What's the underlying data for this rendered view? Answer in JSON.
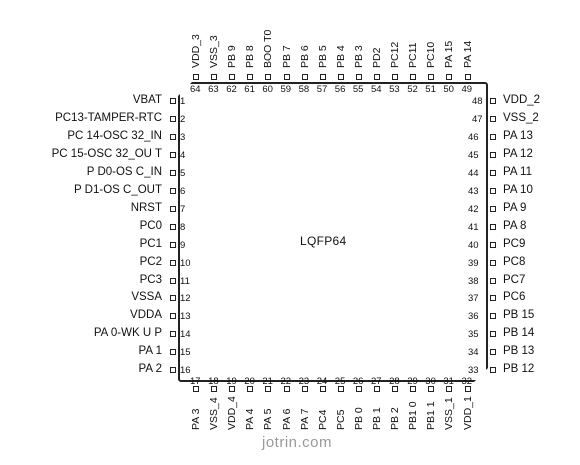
{
  "package_label": "LQFP64",
  "watermark": "jotrin.com",
  "left_pins": [
    {
      "num": "1",
      "name": "VBAT"
    },
    {
      "num": "2",
      "name": "PC13-TAMPER-RTC"
    },
    {
      "num": "3",
      "name": "PC 14-OSC 32_IN"
    },
    {
      "num": "4",
      "name": "PC 15-OSC 32_OU T"
    },
    {
      "num": "5",
      "name": "P D0-OS C_IN"
    },
    {
      "num": "6",
      "name": "P D1-OS C_OUT"
    },
    {
      "num": "7",
      "name": "NRST"
    },
    {
      "num": "8",
      "name": "PC0"
    },
    {
      "num": "9",
      "name": "PC1"
    },
    {
      "num": "10",
      "name": "PC2"
    },
    {
      "num": "11",
      "name": "PC3"
    },
    {
      "num": "12",
      "name": "VSSA"
    },
    {
      "num": "13",
      "name": "VDDA"
    },
    {
      "num": "14",
      "name": "PA 0-WK U P"
    },
    {
      "num": "15",
      "name": "PA 1"
    },
    {
      "num": "16",
      "name": "PA 2"
    }
  ],
  "bottom_pins": [
    {
      "num": "17",
      "name": "PA 3"
    },
    {
      "num": "18",
      "name": "VSS_4"
    },
    {
      "num": "19",
      "name": "VDD_4"
    },
    {
      "num": "20",
      "name": "PA 4"
    },
    {
      "num": "21",
      "name": "PA 5"
    },
    {
      "num": "22",
      "name": "PA 6"
    },
    {
      "num": "23",
      "name": "PA 7"
    },
    {
      "num": "24",
      "name": "PC4"
    },
    {
      "num": "25",
      "name": "PC5"
    },
    {
      "num": "26",
      "name": "PB 0"
    },
    {
      "num": "27",
      "name": "PB 1"
    },
    {
      "num": "28",
      "name": "PB 2"
    },
    {
      "num": "29",
      "name": "PB1 0"
    },
    {
      "num": "30",
      "name": "PB1 1"
    },
    {
      "num": "31",
      "name": "VSS_1"
    },
    {
      "num": "32",
      "name": "VDD_1"
    }
  ],
  "right_pins": [
    {
      "num": "48",
      "name": "VDD_2"
    },
    {
      "num": "47",
      "name": "VSS_2"
    },
    {
      "num": "46",
      "name": "PA 13"
    },
    {
      "num": "45",
      "name": "PA 12"
    },
    {
      "num": "44",
      "name": "PA 11"
    },
    {
      "num": "43",
      "name": "PA 10"
    },
    {
      "num": "42",
      "name": "PA 9"
    },
    {
      "num": "41",
      "name": "PA 8"
    },
    {
      "num": "40",
      "name": "PC9"
    },
    {
      "num": "39",
      "name": "PC8"
    },
    {
      "num": "38",
      "name": "PC7"
    },
    {
      "num": "37",
      "name": "PC6"
    },
    {
      "num": "36",
      "name": "PB 15"
    },
    {
      "num": "35",
      "name": "PB 14"
    },
    {
      "num": "34",
      "name": "PB 13"
    },
    {
      "num": "33",
      "name": "PB 12"
    }
  ],
  "top_pins": [
    {
      "num": "64",
      "name": "VDD_3"
    },
    {
      "num": "63",
      "name": "VSS_3"
    },
    {
      "num": "62",
      "name": "PB 9"
    },
    {
      "num": "61",
      "name": "PB 8"
    },
    {
      "num": "60",
      "name": "BOO T0"
    },
    {
      "num": "59",
      "name": "PB 7"
    },
    {
      "num": "58",
      "name": "PB 6"
    },
    {
      "num": "57",
      "name": "PB 5"
    },
    {
      "num": "56",
      "name": "PB 4"
    },
    {
      "num": "55",
      "name": "PB 3"
    },
    {
      "num": "54",
      "name": "PD2"
    },
    {
      "num": "53",
      "name": "PC12"
    },
    {
      "num": "52",
      "name": "PC11"
    },
    {
      "num": "51",
      "name": "PC10"
    },
    {
      "num": "50",
      "name": "PA 15"
    },
    {
      "num": "49",
      "name": "PA 14"
    }
  ]
}
